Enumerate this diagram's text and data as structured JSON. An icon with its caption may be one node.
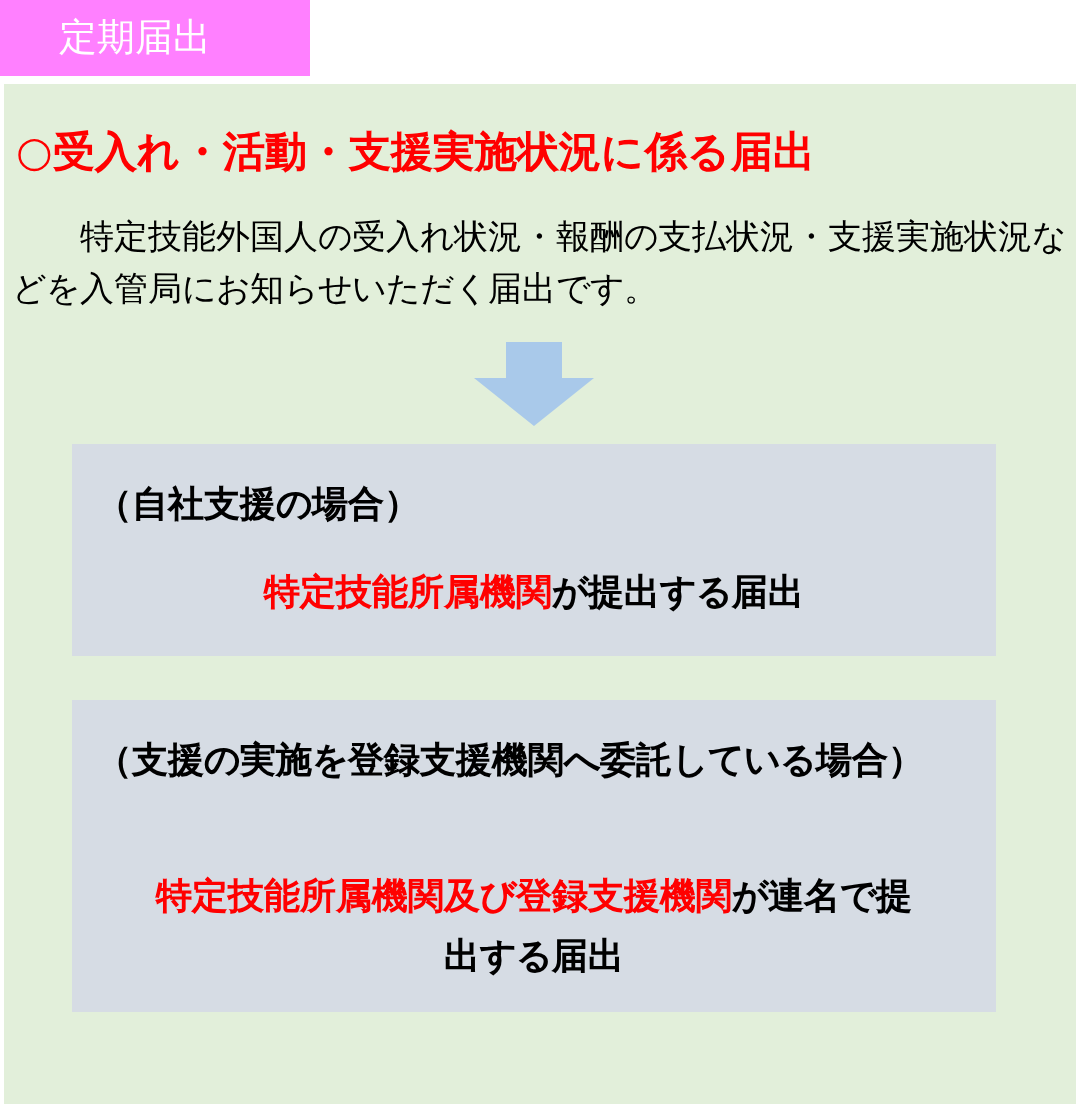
{
  "diagram": {
    "nodes": [
      {
        "text": [
          "定期届出"
        ]
      },
      {
        "text": [
          "○受入れ・活動・支援実施状況に係る届出",
          "特定技能外国人の受入れ状況・報酬の支払状況・支援実施状況などを入管局にお知らせいただく届出です。"
        ]
      },
      {
        "text": [
          "（自社支援の場合）",
          "**特定技能所属機関**が提出する届出"
        ],
        "in": 1
      },
      {
        "text": [
          "（支援の実施を登録支援機関へ委託している場合）",
          "**特定技能所属機関及び登録支援機関**が連名で提出する届出"
        ],
        "in": 1
      }
    ]
  }
}
